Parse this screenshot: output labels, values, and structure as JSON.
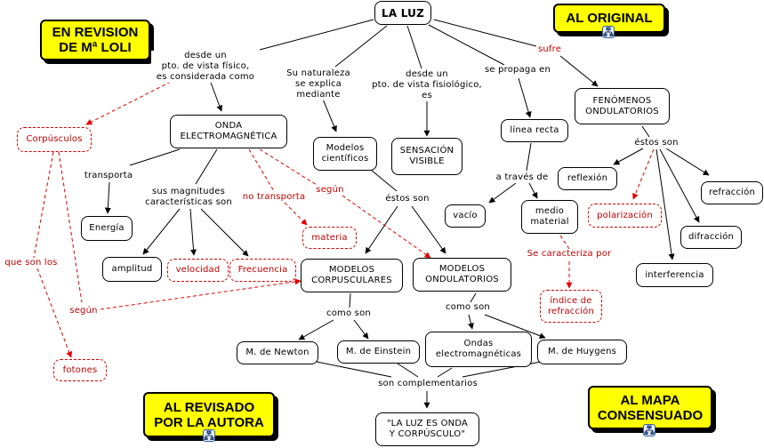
{
  "badges": {
    "revision": "EN REVISION\nDE Mª LOLI",
    "original": "AL ORIGINAL",
    "revisado": "AL REVISADO\nPOR LA AUTORA",
    "consensuado": "AL MAPA\nCONSENSUADO"
  },
  "nodes": {
    "la_luz": "LA LUZ",
    "onda_em": "ONDA\nELECTROMAGNÉTICA",
    "modelos_cientificos": "Modelos\ncientíficos",
    "sensacion_visible": "SENSACIÓN\nVISIBLE",
    "linea_recta": "línea recta",
    "fenomenos": "FENÓMENOS\nONDULATORIOS",
    "corpusculos": "Corpúsculos",
    "energia": "Energía",
    "amplitud": "amplitud",
    "velocidad": "velocidad",
    "frecuencia": "Frecuencia",
    "materia": "materia",
    "vacio": "vacío",
    "medio_material": "medio\nmaterial",
    "reflexion": "reflexión",
    "polarizacion": "polarización",
    "refraccion": "refracción",
    "difraccion": "difracción",
    "interferencia": "interferencia",
    "indice_refraccion": "índice de\nrefracción",
    "modelos_corpusculares": "MODELOS\nCORPUSCULARES",
    "modelos_ondulatorios": "MODELOS\nONDULATORIOS",
    "fotones": "fotones",
    "newton": "M. de Newton",
    "einstein": "M. de Einstein",
    "ondas_em": "Ondas\nelectromagnéticas",
    "huygens": "M. de Huygens",
    "conclusion": "\"LA LUZ ES ONDA\nY CORPÚSCULO\""
  },
  "labels": {
    "vista_fisico": "desde un\npto. de vista físico,\nes considerada como",
    "naturaleza": "Su naturaleza\nse explica\nmediante",
    "vista_fisiologico": "desde un\npto. de vista fisiológico,\nes",
    "se_propaga": "se propaga en",
    "sufre": "sufre",
    "transporta": "transporta",
    "magnitudes": "sus magnitudes\ncaracterísticas son",
    "no_transporta": "no transporta",
    "segun_1": "según",
    "estos_son_1": "éstos son",
    "a_traves_de": "a través de",
    "estos_son_2": "éstos son",
    "se_caracteriza": "Se caracteriza por",
    "que_son_los": "que son los",
    "segun_2": "según",
    "como_son_1": "como son",
    "como_son_2": "como son",
    "complementarios": "son complementarios"
  },
  "colors": {
    "badge_fill": "#ffff00",
    "link_black": "#000000",
    "link_red": "#e00000",
    "text_red": "#c00000"
  },
  "icons": {
    "map_link": "concept-map-link-icon"
  }
}
